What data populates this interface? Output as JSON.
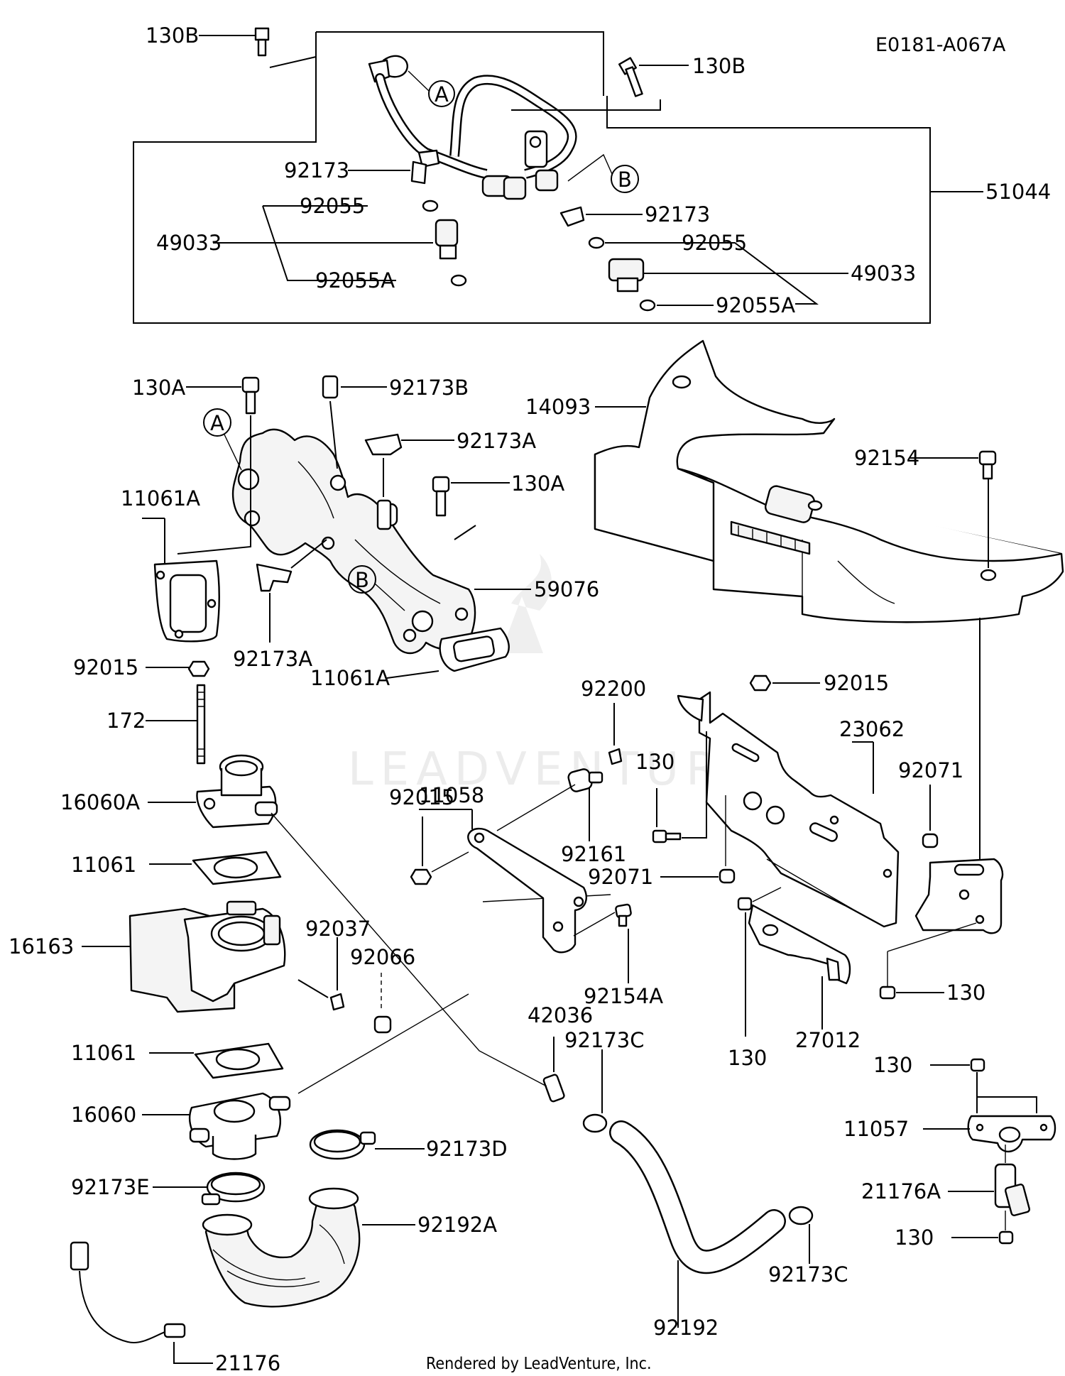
{
  "diagram_code": "E0181-A067A",
  "footer": "Rendered by LeadVenture, Inc.",
  "watermark": "LEADVENTURE",
  "callouts": {
    "a": "A",
    "b": "B"
  },
  "labels": {
    "l130b_1": "130B",
    "l130b_2": "130B",
    "l51044": "51044",
    "l92173_1": "92173",
    "l92173_2": "92173",
    "l92055_1": "92055",
    "l92055_2": "92055",
    "l49033_1": "49033",
    "l49033_2": "49033",
    "l92055a_1": "92055A",
    "l92055a_2": "92055A",
    "l130a_1": "130A",
    "l130a_2": "130A",
    "l92173b": "92173B",
    "l92173a_1": "92173A",
    "l92173a_2": "92173A",
    "l11061a_1": "11061A",
    "l11061a_2": "11061A",
    "l59076": "59076",
    "l14093": "14093",
    "l92154": "92154",
    "l92015_1": "92015",
    "l92015_2": "92015",
    "l92015_3": "92015",
    "l172": "172",
    "l16060a": "16060A",
    "l92200": "92200",
    "l11058": "11058",
    "l130_1": "130",
    "l23062": "23062",
    "l92071_1": "92071",
    "l92071_2": "92071",
    "l92161": "92161",
    "l11061_1": "11061",
    "l11061_2": "11061",
    "l16163": "16163",
    "l92037": "92037",
    "l92066": "92066",
    "l92154a": "92154A",
    "l130_2": "130",
    "l130_3": "130",
    "l27012": "27012",
    "l42036": "42036",
    "l92173c_1": "92173C",
    "l92173c_2": "92173C",
    "l130_4": "130",
    "l16060": "16060",
    "l92173d": "92173D",
    "l11057": "11057",
    "l92173e": "92173E",
    "l21176a": "21176A",
    "l92192a": "92192A",
    "l130_5": "130",
    "l92192": "92192",
    "l21176": "21176"
  }
}
